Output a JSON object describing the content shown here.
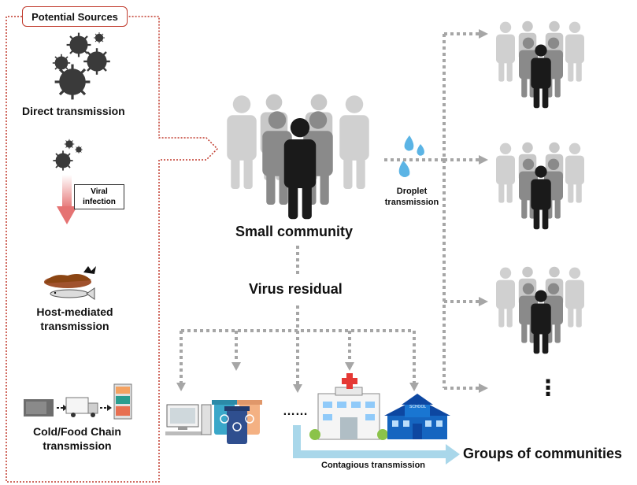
{
  "sources": {
    "title": "Potential Sources",
    "direct": "Direct transmission",
    "viral_infection": "Viral infection",
    "host_line1": "Host-mediated",
    "host_line2": "transmission",
    "cold_line1": "Cold/Food Chain",
    "cold_line2": "transmission"
  },
  "center": {
    "small_community": "Small community",
    "virus_residual": "Virus residual",
    "ellipsis": "……",
    "school_sign": "SCHOOL"
  },
  "right": {
    "droplet_line1": "Droplet",
    "droplet_line2": "transmission",
    "ellipsis": "⋮"
  },
  "bottom": {
    "contagious": "Contagious transmission",
    "groups": "Groups of communities"
  },
  "colors": {
    "red_frame": "#c0392b",
    "gray_arrow": "#a6a6a6",
    "light_person": "#cfcfcf",
    "mid_person": "#8a8a8a",
    "dark_person": "#1a1a1a",
    "light_blue_arrow": "#a9d7ea",
    "pink_arrow": "#e57373"
  }
}
